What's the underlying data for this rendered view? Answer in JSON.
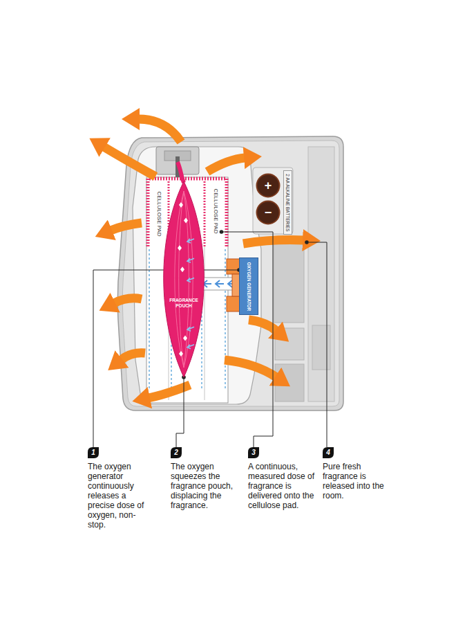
{
  "diagram": {
    "nodes": [
      {
        "text": [
          "CELLULOSE PAD"
        ]
      },
      {
        "text": [
          "CELLULOSE PAD"
        ]
      },
      {
        "text": [
          "+"
        ]
      },
      {
        "text": [
          "−"
        ]
      },
      {
        "text": [
          "2 AA ALKALINE BATTERIES"
        ]
      },
      {
        "text": [
          "FRAGRANCE POUCH"
        ]
      },
      {
        "text": [
          "OXYGEN GENERATOR"
        ]
      },
      {
        "text": [
          "1",
          "The oxygen generator continuously releases a precise dose of oxygen, non-stop."
        ]
      },
      {
        "text": [
          "2",
          "The oxygen squeezes the fragrance pouch, displacing the fragrance."
        ]
      },
      {
        "text": [
          "3",
          "A continuous, measured dose of fragrance is delivered onto the cellulose pad."
        ]
      },
      {
        "text": [
          "4",
          "Pure fresh fragrance is released into the room."
        ]
      }
    ],
    "edges": [
      {
        "from": 7,
        "to": 6,
        "arrow": "none"
      },
      {
        "from": 8,
        "to": 5,
        "arrow": "none"
      },
      {
        "from": 9,
        "to": 1,
        "arrow": "none"
      }
    ]
  }
}
